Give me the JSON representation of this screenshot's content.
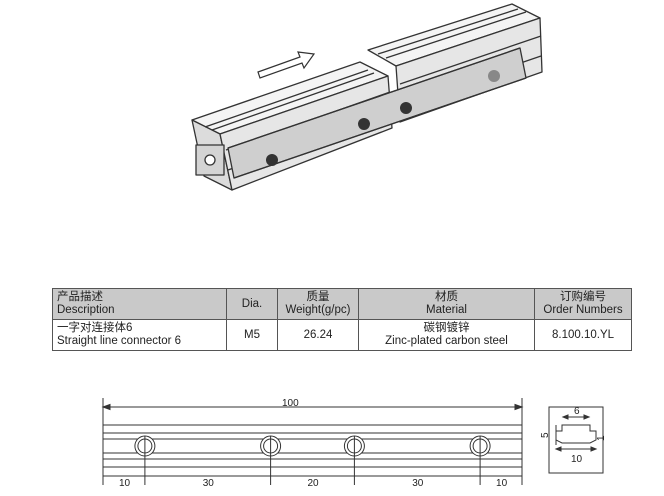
{
  "table": {
    "headers": {
      "description_cn": "产品描述",
      "description_en": "Description",
      "dia": "Dia.",
      "weight_cn": "质量",
      "weight_en": "Weight(g/pc)",
      "material_cn": "材质",
      "material_en": "Material",
      "order_cn": "订购编号",
      "order_en": "Order Numbers"
    },
    "row": {
      "description_cn": "一字对连接体6",
      "description_en": "Straight line connector 6",
      "dia": "M5",
      "weight": "26.24",
      "material_cn": "碳钢镀锌",
      "material_en": "Zinc-plated carbon steel",
      "order": "8.100.10.YL"
    }
  },
  "drawing": {
    "front_view": {
      "total_length": "100",
      "segments": [
        "10",
        "30",
        "20",
        "30",
        "10"
      ],
      "hole_positions": [
        10,
        40,
        60,
        90
      ]
    },
    "side_view": {
      "top_width": "6",
      "bottom_width": "10",
      "height": "5",
      "step": "1"
    }
  }
}
